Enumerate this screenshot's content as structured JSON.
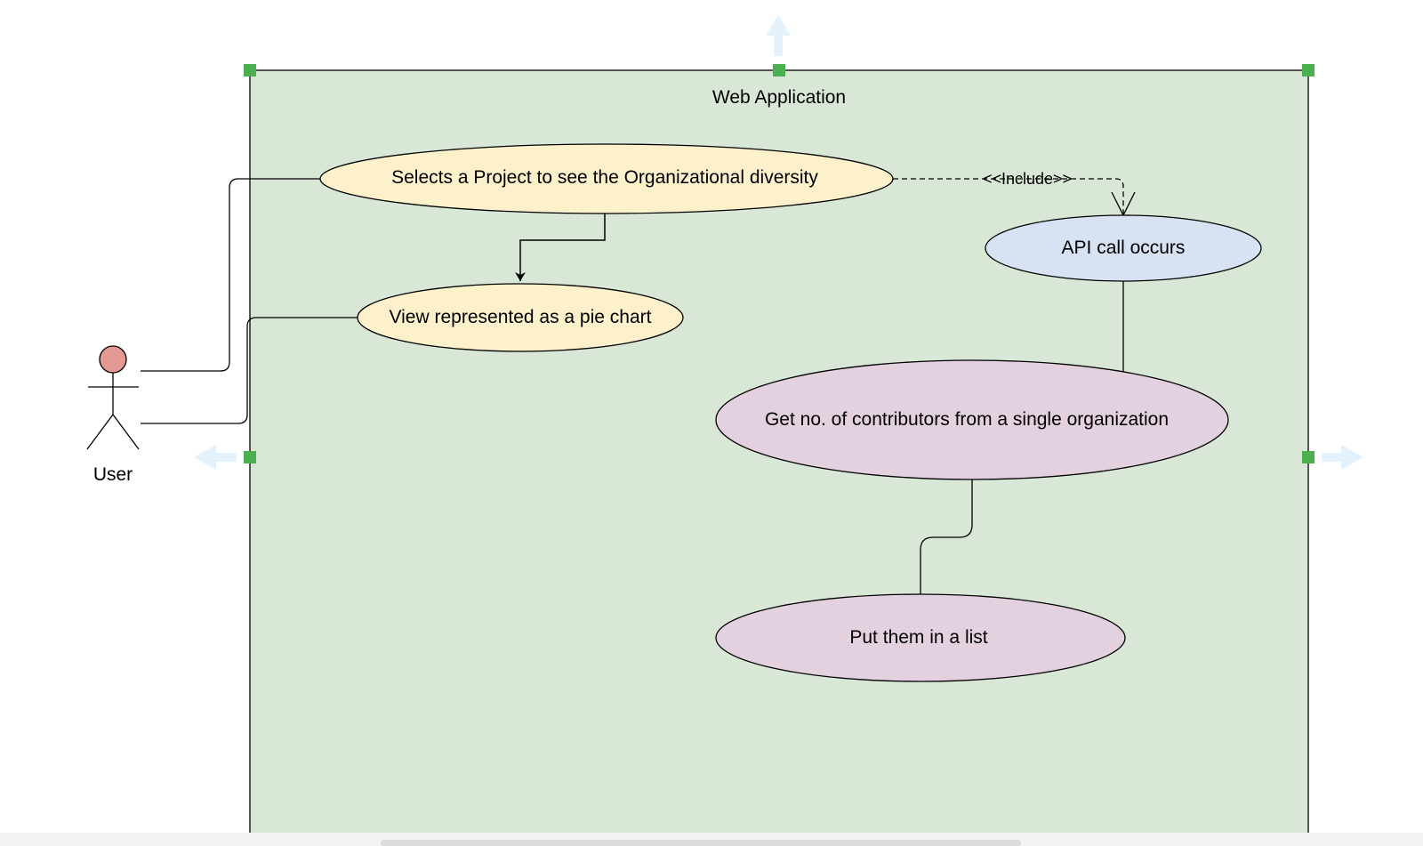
{
  "diagram": {
    "boundary_title": "Web Application",
    "actor": {
      "label": "User"
    },
    "use_cases": {
      "select_project": "Selects a Project to see the Organizational diversity",
      "view_pie": "View represented as a pie chart",
      "api_call": "API call occurs",
      "get_contributors": "Get no. of contributors from a single organization",
      "put_list": "Put them in a list"
    },
    "relation_label": "<<Include>>"
  },
  "colors": {
    "boundary_fill": "#d9e8d6",
    "yellow_usecase": "#fdf1cc",
    "blue_usecase": "#d7e2f3",
    "purple_usecase": "#e4d1df",
    "actor_head": "#e39994",
    "handle": "#4caf50",
    "hint_arrow": "#e3f2fc"
  }
}
